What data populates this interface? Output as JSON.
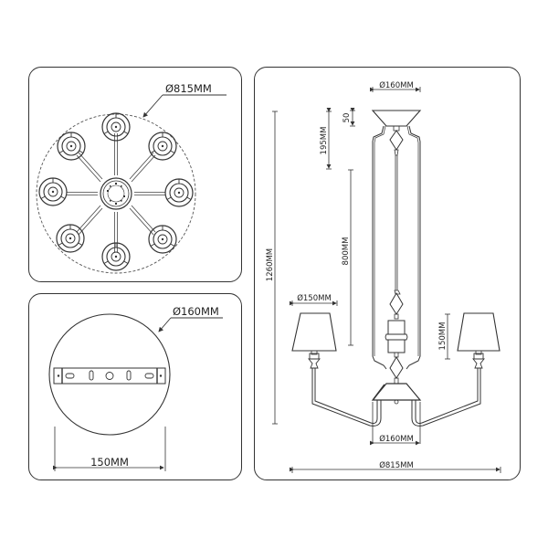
{
  "top_view": {
    "diameter_label": "Ø815MM",
    "arm_count": 8
  },
  "canopy_view": {
    "diameter_label": "Ø160MM",
    "bracket_width_label": "150MM"
  },
  "elevation_view": {
    "canopy_diameter_label": "Ø160MM",
    "canopy_height_label": "50",
    "top_section_label": "195MM",
    "rod_length_label": "800MM",
    "total_height_label": "1260MM",
    "shade_diameter_label": "Ø150MM",
    "shade_height_label": "150MM",
    "body_base_diameter_label": "Ø160MM",
    "overall_width_label": "Ø815MM"
  },
  "colors": {
    "line": "#333333",
    "background": "#ffffff"
  }
}
